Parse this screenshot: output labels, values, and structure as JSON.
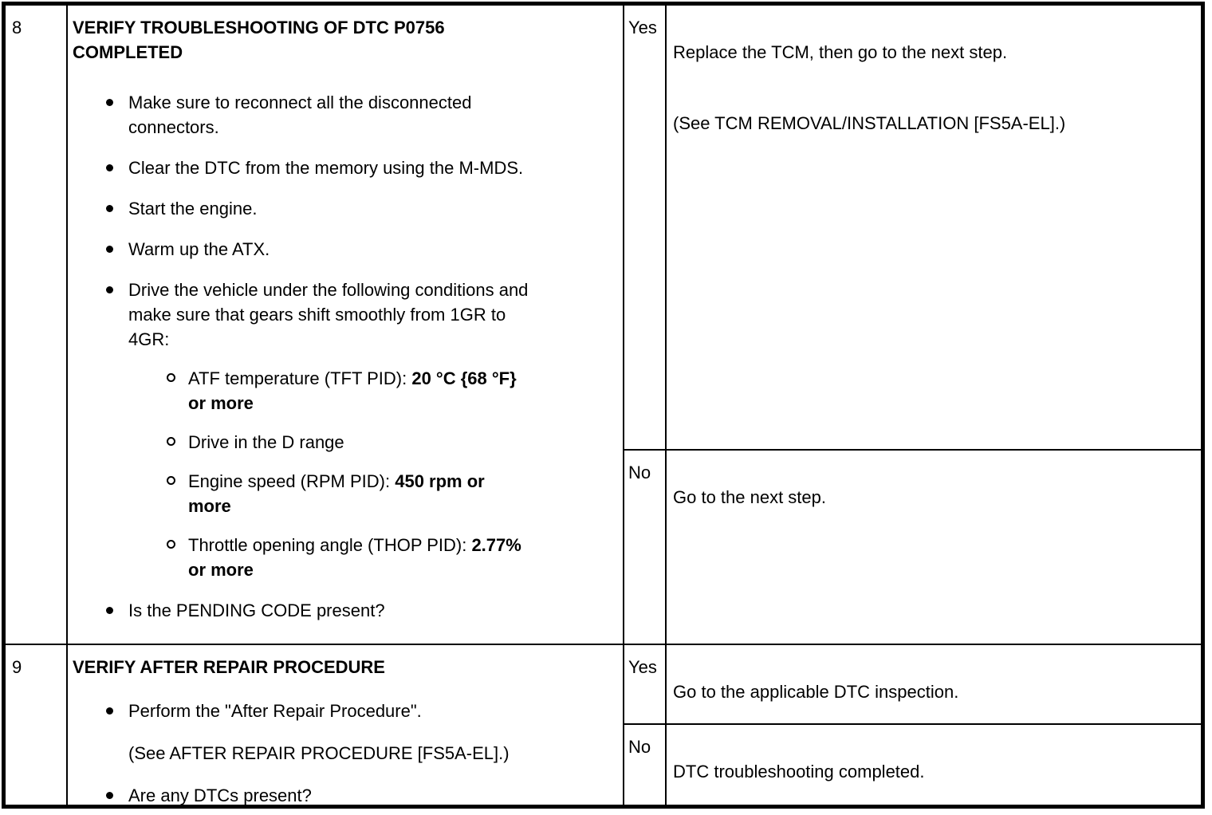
{
  "rows": [
    {
      "step": "8",
      "title": "VERIFY TROUBLESHOOTING OF DTC P0756\nCOMPLETED",
      "bullets": [
        {
          "text": "Make sure to reconnect all the disconnected\nconnectors."
        },
        {
          "text": "Clear the DTC from the memory using the M-MDS."
        },
        {
          "text": "Start the engine."
        },
        {
          "text": "Warm up the ATX."
        },
        {
          "text": "Drive the vehicle under the following conditions and\nmake sure that gears shift smoothly from 1GR to\n4GR:"
        },
        {
          "text": "ATF temperature (TFT PID): ",
          "bold": "20 °C {68 °F}\nor more"
        },
        {
          "text": "Drive in the D range"
        },
        {
          "text": "Engine speed (RPM PID): ",
          "bold": "450 rpm or\nmore"
        },
        {
          "text": "Throttle opening angle (THOP PID): ",
          "bold": "2.77%\nor more"
        },
        {
          "text": "Is the PENDING CODE present?"
        }
      ],
      "yes": {
        "label": "Yes",
        "action": "Replace the TCM, then go to the next step.",
        "reference": "(See TCM REMOVAL/INSTALLATION [FS5A-EL].)"
      },
      "no": {
        "label": "No",
        "action": "Go to the next step."
      }
    },
    {
      "step": "9",
      "title": "VERIFY AFTER REPAIR PROCEDURE",
      "bullets": [
        {
          "text": "Perform the \"After Repair Procedure\"."
        },
        {
          "text": "(See AFTER REPAIR PROCEDURE [FS5A-EL].)"
        },
        {
          "text": "Are any DTCs present?"
        }
      ],
      "yes": {
        "label": "Yes",
        "action": "Go to the applicable DTC inspection."
      },
      "no": {
        "label": "No",
        "action": "DTC troubleshooting completed."
      }
    }
  ]
}
